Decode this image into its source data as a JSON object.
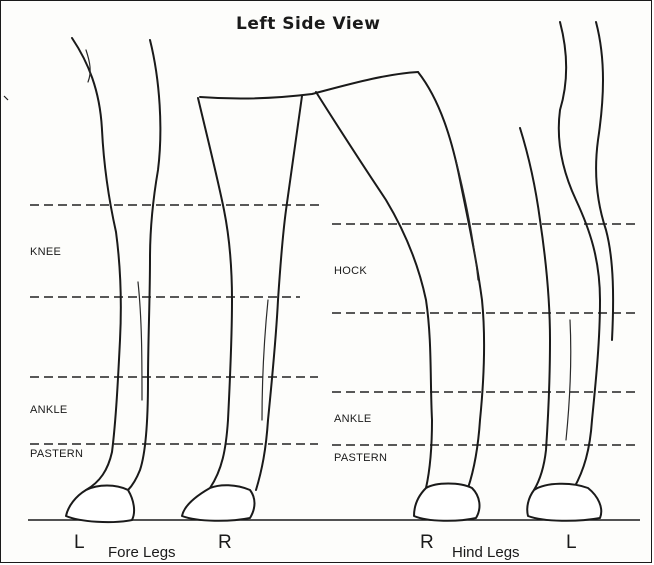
{
  "title": "Left Side View",
  "labels": {
    "fore": {
      "knee": "KNEE",
      "ankle": "ANKLE",
      "pastern": "PASTERN"
    },
    "hind": {
      "hock": "HOCK",
      "ankle": "ANKLE",
      "pastern": "PASTERN"
    }
  },
  "fore_legs": {
    "left": "L",
    "caption": "Fore Legs",
    "right": "R"
  },
  "hind_legs": {
    "right": "R",
    "caption": "Hind Legs",
    "left": "L"
  }
}
